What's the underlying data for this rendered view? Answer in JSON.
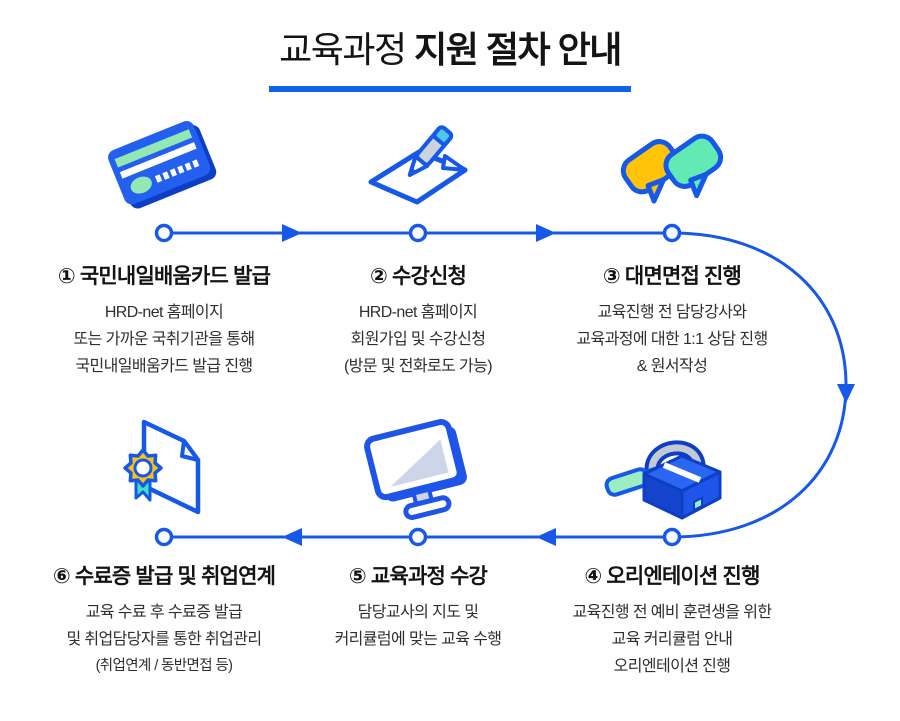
{
  "title": {
    "normal": "교육과정",
    "bold": " 지원 절차 안내"
  },
  "colors": {
    "flow_blue": "#1659e8",
    "underline_blue": "#1062e8",
    "dark_blue": "#0d3fc4",
    "card_blue": "#2360ef",
    "stripe_green": "#93e7b2",
    "bubble_yellow": "#ffc408",
    "bubble_mint": "#63e9b3",
    "key_green": "#9ceec2",
    "screen_gray_blue": "#cdd6e8",
    "title_text": "#141414",
    "body_text": "#2f2f2f"
  },
  "steps": [
    {
      "icon": "credit-card-icon",
      "title": "① 국민내일배움카드 발급",
      "lines": [
        "HRD-net 홈페이지",
        "또는 가까운 국취기관을 통해",
        "국민내일배움카드 발급 진행"
      ]
    },
    {
      "icon": "pen-paper-icon",
      "title": "② 수강신청",
      "lines": [
        "HRD-net 홈페이지",
        "회원가입 및 수강신청",
        "(방문 및 전화로도 가능)"
      ]
    },
    {
      "icon": "speech-bubbles-icon",
      "title": "③ 대면면접 진행",
      "lines": [
        "교육진행 전 담당강사와",
        "교육과정에 대한 1:1 상담 진행",
        "& 원서작성"
      ]
    },
    {
      "icon": "lock-key-icon",
      "title": "④ 오리엔테이션 진행",
      "lines": [
        "교육진행 전 예비 훈련생을 위한",
        "교육 커리큘럼 안내",
        "오리엔테이션 진행"
      ]
    },
    {
      "icon": "monitor-icon",
      "title": "⑤ 교육과정 수강",
      "lines": [
        "담당교사의 지도 및",
        "커리큘럼에 맞는 교육 수행"
      ]
    },
    {
      "icon": "certificate-icon",
      "title": "⑥ 수료증 발급 및 취업연계",
      "lines": [
        "교육 수료 후 수료증 발급",
        "및 취업담당자를 통한 취업관리",
        "(취업연계 / 동반면접 등)"
      ]
    }
  ]
}
